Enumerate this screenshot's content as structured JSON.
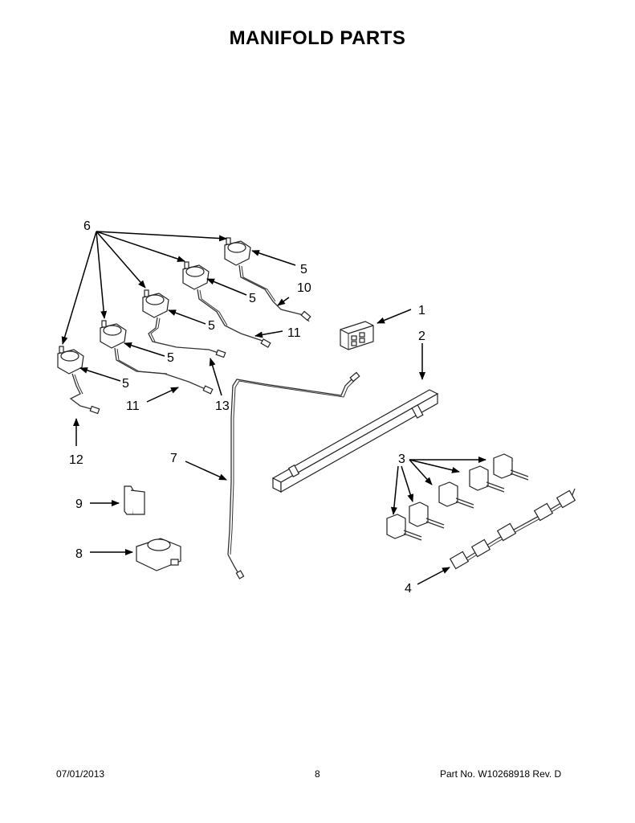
{
  "title": "MANIFOLD PARTS",
  "callouts": {
    "c1": "1",
    "c2": "2",
    "c3": "3",
    "c4": "4",
    "c5a": "5",
    "c5b": "5",
    "c5c": "5",
    "c5d": "5",
    "c5e": "5",
    "c6": "6",
    "c7": "7",
    "c8": "8",
    "c9": "9",
    "c10": "10",
    "c11a": "11",
    "c11b": "11",
    "c12": "12",
    "c13": "13"
  },
  "footer": {
    "date": "07/01/2013",
    "page": "8",
    "part": "Part No.  W10268918  Rev.  D"
  }
}
